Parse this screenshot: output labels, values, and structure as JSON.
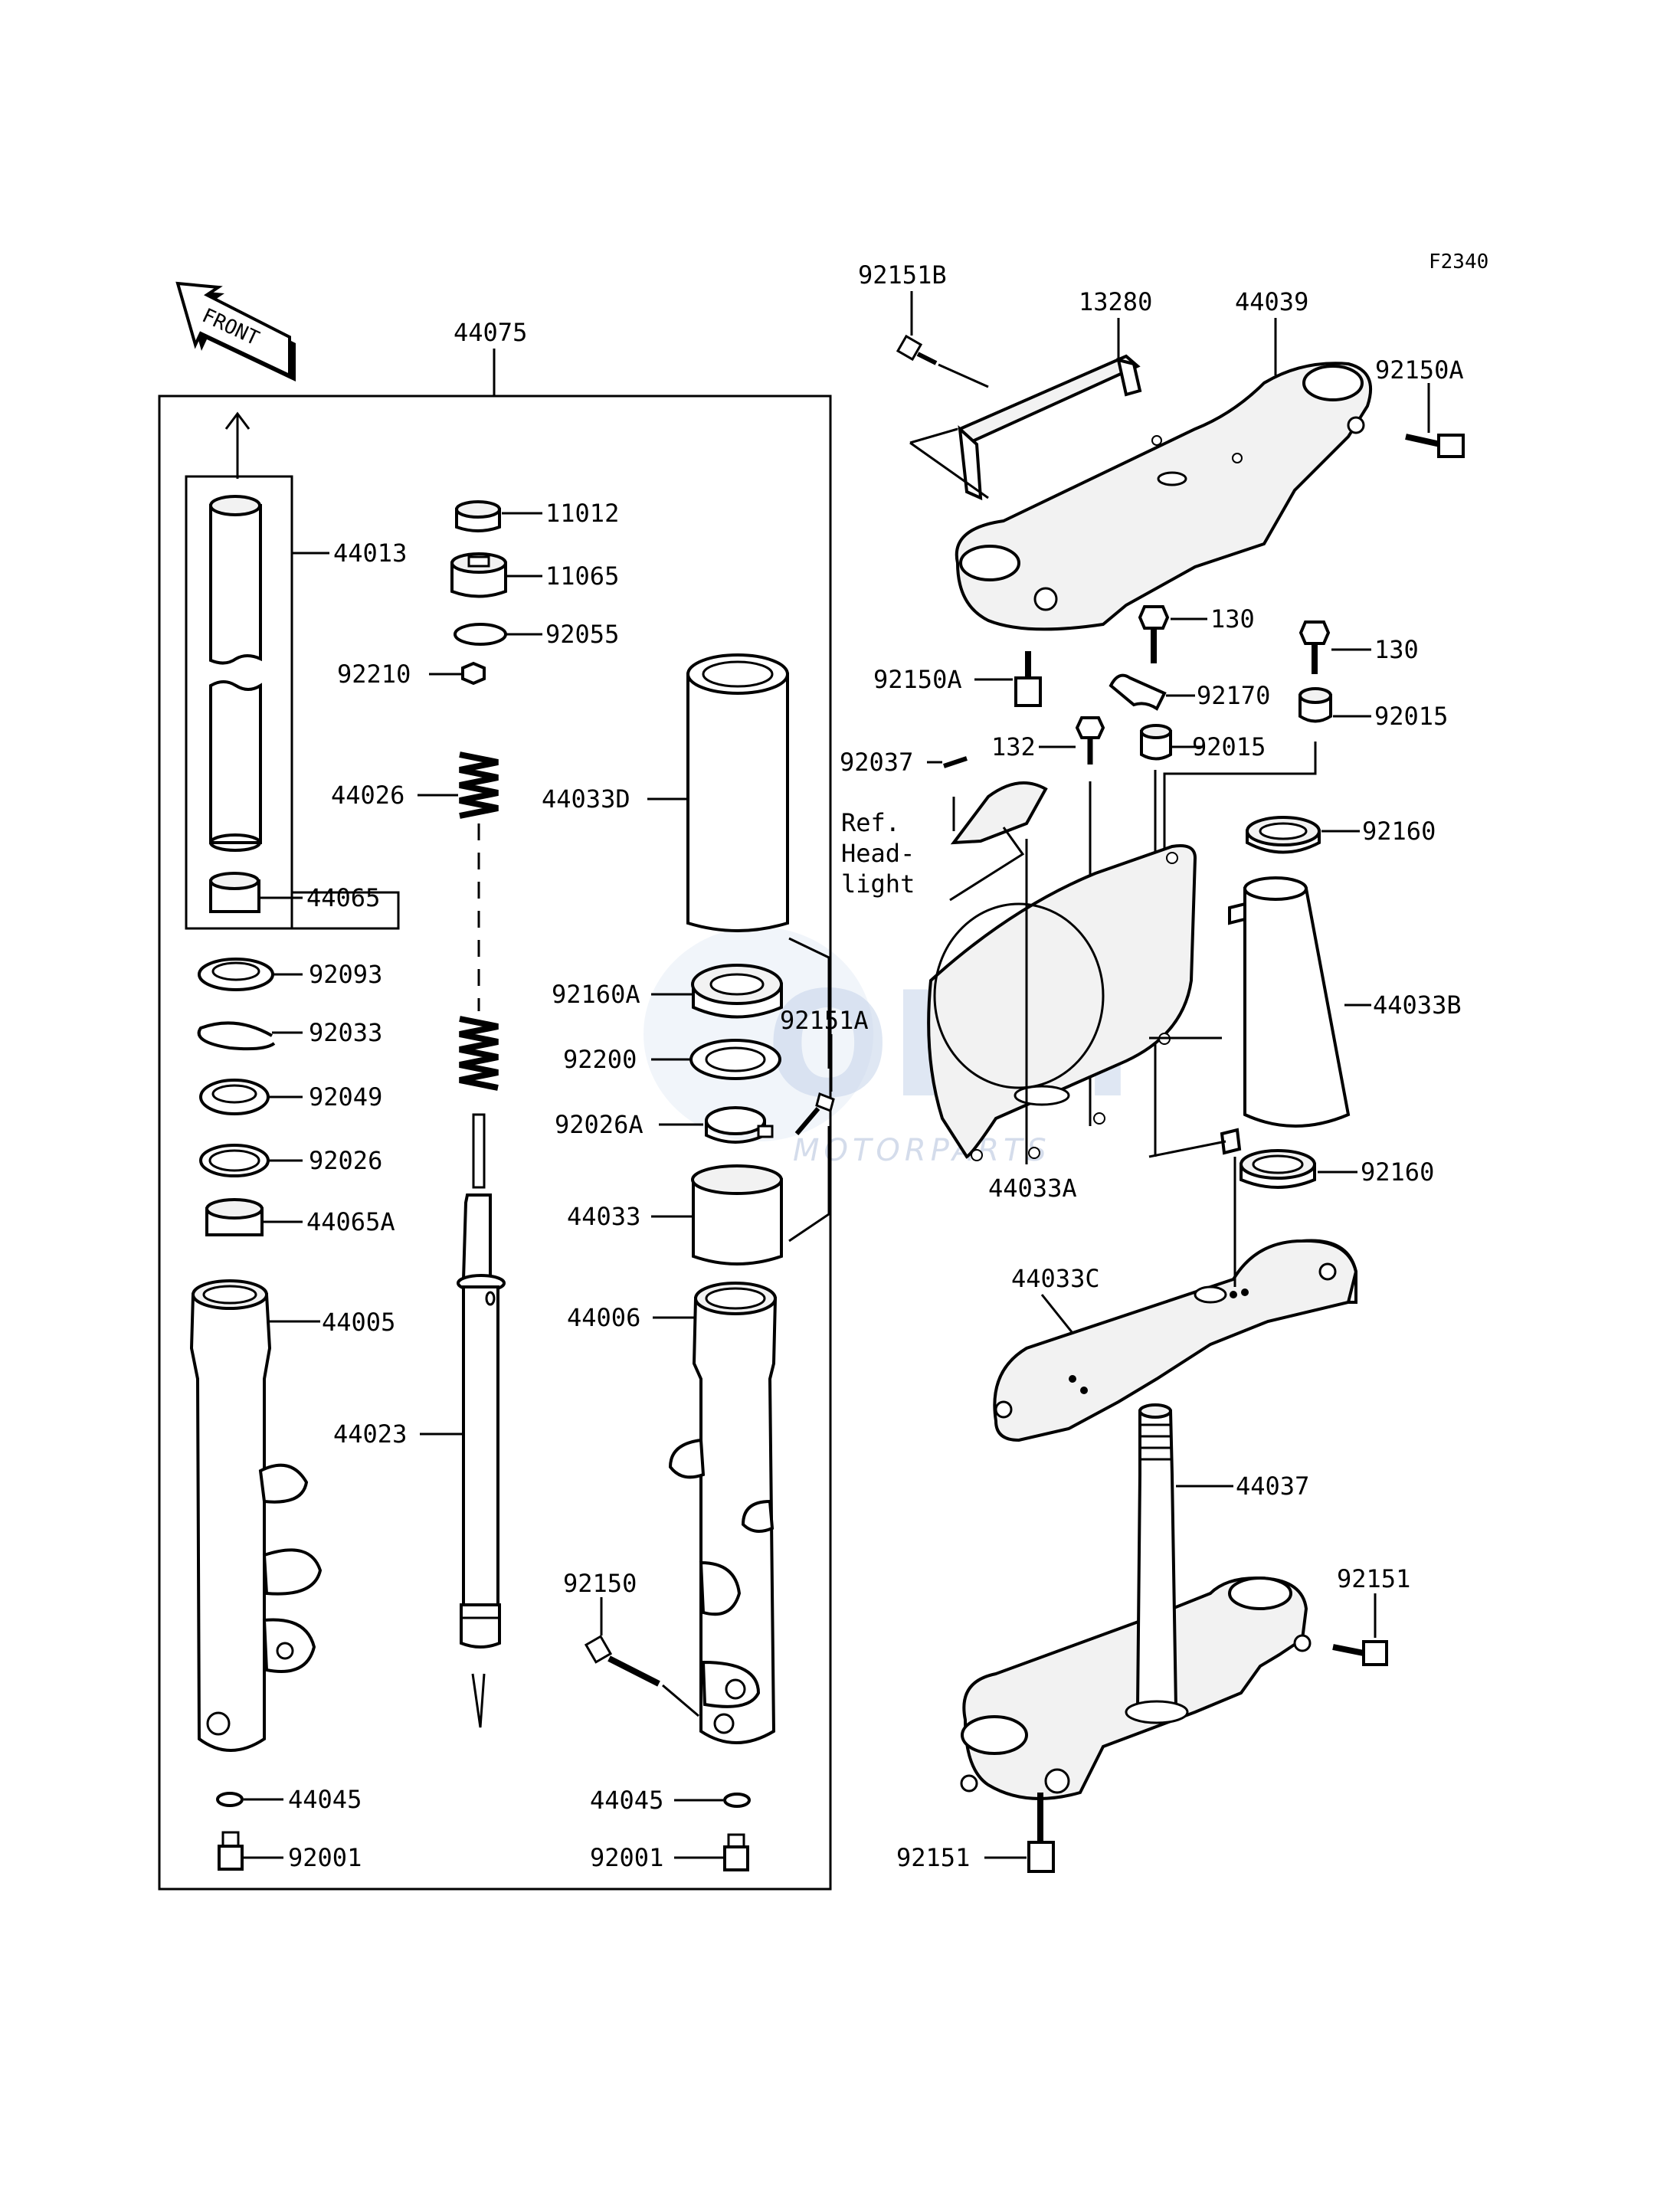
{
  "figure_code": "F2340",
  "front_label": "FRONT",
  "reference_note": [
    "Ref.",
    "Head-",
    "light"
  ],
  "watermark": {
    "brand": "OEM",
    "sub": "MOTORPARTS"
  },
  "part_numbers": {
    "p44075": "44075",
    "p44013": "44013",
    "p44065": "44065",
    "p92093": "92093",
    "p92033": "92033",
    "p92049": "92049",
    "p92026": "92026",
    "p44065A": "44065A",
    "p44005": "44005",
    "p44045_l": "44045",
    "p92001_l": "92001",
    "p11012": "11012",
    "p11065": "11065",
    "p92055": "92055",
    "p92210": "92210",
    "p44026": "44026",
    "p44023": "44023",
    "p44033D": "44033D",
    "p92160A": "92160A",
    "p92151A": "92151A",
    "p92200": "92200",
    "p92026A": "92026A",
    "p44033": "44033",
    "p44006": "44006",
    "p92150": "92150",
    "p44045_r": "44045",
    "p92001_r": "92001",
    "p92151B": "92151B",
    "p13280": "13280",
    "p44039": "44039",
    "p92150A_top": "92150A",
    "p92150A_bot": "92150A",
    "p130_a": "130",
    "p130_b": "130",
    "p92170": "92170",
    "p92037": "92037",
    "p132": "132",
    "p92015_a": "92015",
    "p92015_b": "92015",
    "p92160_a": "92160",
    "p44033B": "44033B",
    "p44033A": "44033A",
    "p92160_b": "92160",
    "p44033C": "44033C",
    "p44037": "44037",
    "p92151_a": "92151",
    "p92151_b": "92151"
  }
}
